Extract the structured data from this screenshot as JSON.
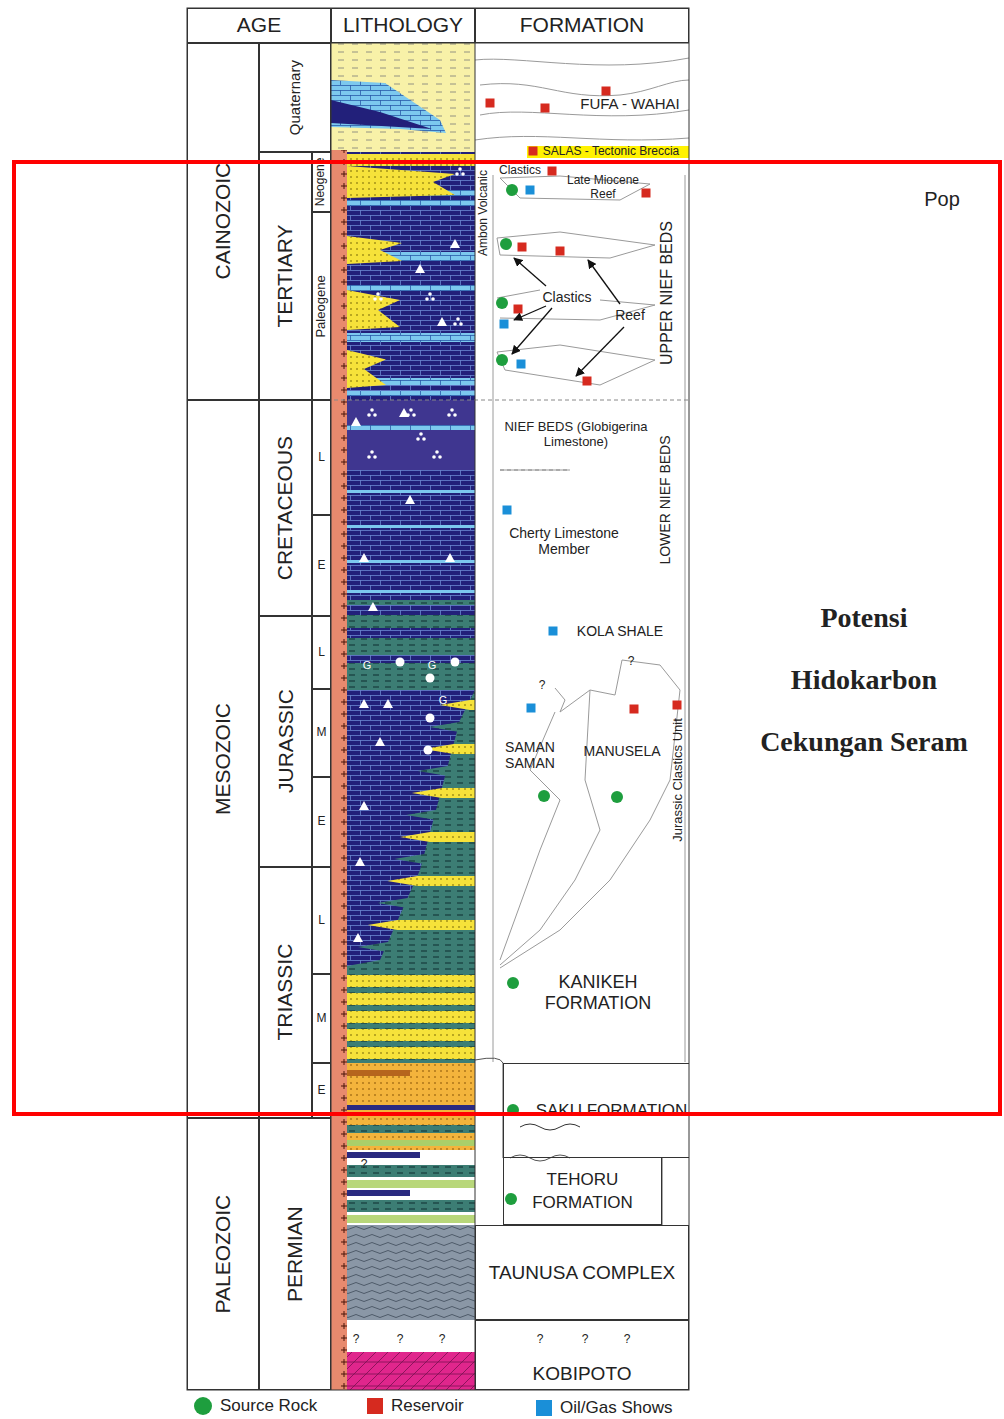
{
  "diagram": {
    "nodes": [
      {
        "text": [
          "AGE"
        ]
      },
      {
        "text": [
          "LITHOLOGY"
        ]
      },
      {
        "text": [
          "FORMATION"
        ]
      },
      {
        "text": [
          "CAINOZOIC"
        ]
      },
      {
        "text": [
          "MESOZOIC"
        ]
      },
      {
        "text": [
          "PALEOZOIC"
        ]
      },
      {
        "text": [
          "Quaternary"
        ]
      },
      {
        "text": [
          "TERTIARY"
        ]
      },
      {
        "text": [
          "Neogene"
        ]
      },
      {
        "text": [
          "Paleogene"
        ]
      },
      {
        "text": [
          "CRETACEOUS"
        ]
      },
      {
        "text": [
          "L"
        ]
      },
      {
        "text": [
          "E"
        ]
      },
      {
        "text": [
          "JURASSIC"
        ]
      },
      {
        "text": [
          "L"
        ]
      },
      {
        "text": [
          "M"
        ]
      },
      {
        "text": [
          "E"
        ]
      },
      {
        "text": [
          "TRIASSIC"
        ]
      },
      {
        "text": [
          "L"
        ]
      },
      {
        "text": [
          "M"
        ]
      },
      {
        "text": [
          "E"
        ]
      },
      {
        "text": [
          "PERMIAN"
        ]
      },
      {
        "text": [
          "SAKU FORMATION"
        ]
      },
      {
        "text": [
          "TEHORU FORMATION"
        ]
      },
      {
        "text": [
          "TAUNUSA COMPLEX"
        ]
      },
      {
        "text": [
          "KOBIPOTO"
        ]
      },
      {
        "text": [
          "Pop",
          "Potensi Hidokarbon Cekungan Seram"
        ]
      }
    ],
    "labels": [
      "FUFA - WAHAI",
      "SALAS - Tectonic Breccia",
      "Clastics",
      "Late Miocene Reef",
      "Ambon Volcanic",
      "UPPER NIEF BEDS",
      "Clastics",
      "Reef",
      "NIEF BEDS (Globigerina Limestone)",
      "LOWER NIEF BEDS",
      "Cherty Limestone Member",
      "KOLA SHALE",
      "?",
      "?",
      "SAMAN SAMAN",
      "MANUSELA",
      "Jurassic Clastics Unit",
      "KANIKEH FORMATION",
      "?",
      "?",
      "?",
      "?",
      "?",
      "?",
      "?",
      "G",
      "G",
      "G"
    ],
    "legend": [
      {
        "text": "Source Rock",
        "color": "#1e9e3e"
      },
      {
        "text": "Reservoir",
        "color": "#d62a1f"
      },
      {
        "text": "Oil/Gas Shows",
        "color": "#1a8fd8"
      }
    ]
  }
}
